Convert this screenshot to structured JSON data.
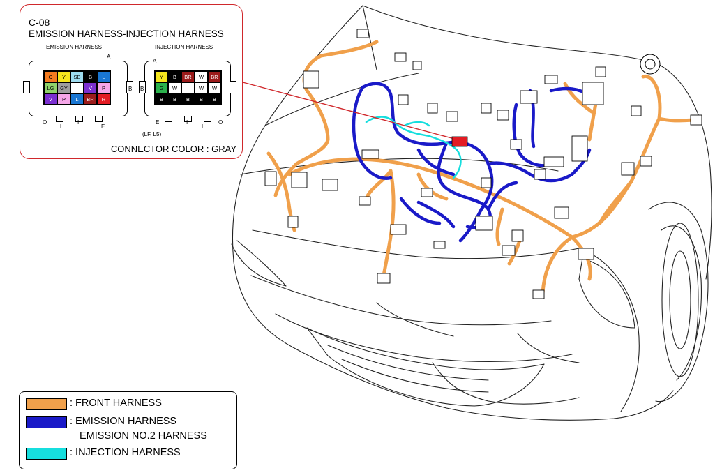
{
  "connector": {
    "code": "C-08",
    "title": "EMISSION HARNESS-INJECTION HARNESS",
    "emission_label": "EMISSION HARNESS",
    "injection_label": "INJECTION HARNESS",
    "note": "(LF, L5)",
    "color_note": "CONNECTOR COLOR : GRAY",
    "marks": {
      "a": "A",
      "b": "B",
      "e": "E",
      "o": "O",
      "l": "L",
      "i": "I"
    },
    "emission_pins": [
      {
        "label": "O",
        "color": "#f47b20"
      },
      {
        "label": "Y",
        "color": "#f5e61e"
      },
      {
        "label": "SB",
        "color": "#9edcf0"
      },
      {
        "label": "B",
        "color": "#000000"
      },
      {
        "label": "L",
        "color": "#1976d2"
      },
      {
        "label": "LG",
        "color": "#8fd46a"
      },
      {
        "label": "GY",
        "color": "#9e9e9e"
      },
      {
        "label": "",
        "color": "#ffffff"
      },
      {
        "label": "V",
        "color": "#7b2fd0"
      },
      {
        "label": "P",
        "color": "#f5a6e8"
      },
      {
        "label": "V",
        "color": "#7b2fd0"
      },
      {
        "label": "P",
        "color": "#f5a6e8"
      },
      {
        "label": "L",
        "color": "#1976d2"
      },
      {
        "label": "BR",
        "color": "#9b1b1b"
      },
      {
        "label": "R",
        "color": "#e31b23"
      }
    ],
    "injection_pins": [
      {
        "label": "Y",
        "color": "#f5e61e"
      },
      {
        "label": "B",
        "color": "#000000"
      },
      {
        "label": "BR",
        "color": "#9b1b1b"
      },
      {
        "label": "W",
        "color": "#ffffff"
      },
      {
        "label": "BR",
        "color": "#9b1b1b"
      },
      {
        "label": "G",
        "color": "#2bb24c"
      },
      {
        "label": "W",
        "color": "#ffffff"
      },
      {
        "label": "",
        "color": "#ffffff"
      },
      {
        "label": "W",
        "color": "#ffffff"
      },
      {
        "label": "W",
        "color": "#ffffff"
      },
      {
        "label": "B",
        "color": "#000000"
      },
      {
        "label": "B",
        "color": "#000000"
      },
      {
        "label": "B",
        "color": "#000000"
      },
      {
        "label": "B",
        "color": "#000000"
      },
      {
        "label": "B",
        "color": "#000000"
      }
    ]
  },
  "legend": {
    "front": {
      "label": ": FRONT HARNESS",
      "color": "#f0a04b"
    },
    "emission": {
      "label": ": EMISSION HARNESS",
      "label2": "EMISSION NO.2 HARNESS",
      "color": "#1a1ac8"
    },
    "injection": {
      "label": ": INJECTION HARNESS",
      "color": "#16dede"
    }
  },
  "colors": {
    "callout_border": "#d0282c",
    "connector_marker": "#e31b23"
  }
}
